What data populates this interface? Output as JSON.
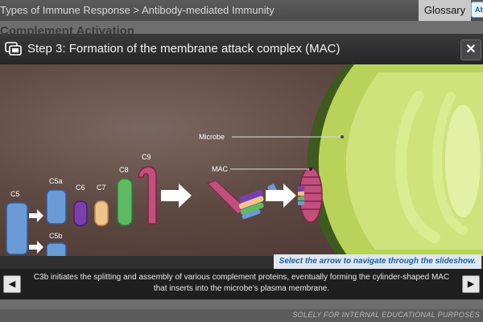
{
  "topbar": {
    "breadcrumb": "Types of Immune Response > Antibody-mediated Immunity",
    "glossary_label": "Glossary",
    "glossary_icon_text": "Ab"
  },
  "background": {
    "heading": "Complement Activation"
  },
  "modal": {
    "title": "Step 3: Formation of the membrane attack complex (MAC)",
    "close_symbol": "✕",
    "instruction": "Select the arrow to navigate through the slideshow.",
    "caption": "C3b initiates the splitting and assembly of various complement proteins, eventually forming the cylinder-shaped MAC that inserts into the microbe’s plasma membrane.",
    "prev_symbol": "◀",
    "next_symbol": "▶"
  },
  "diagram": {
    "labels": {
      "c5": "C5",
      "c5a": "C5a",
      "c5b": "C5b",
      "c6": "C6",
      "c7": "C7",
      "c8": "C8",
      "c9": "C9",
      "microbe": "Microbe",
      "mac": "MAC"
    },
    "colors": {
      "c5": "#6a9bd6",
      "c6": "#7b3fb0",
      "c7": "#f1c38c",
      "c8": "#5dbb63",
      "c9": "#c24f7c",
      "microbe": "#b8d25a",
      "arrow": "#ffffff"
    }
  },
  "footer": {
    "text": "SOLELY FOR INTERNAL EDUCATIONAL PURPOSES"
  },
  "icons": [
    "slideshow-icon",
    "close-icon",
    "prev-arrow-icon",
    "next-arrow-icon",
    "glossary-book-icon"
  ]
}
